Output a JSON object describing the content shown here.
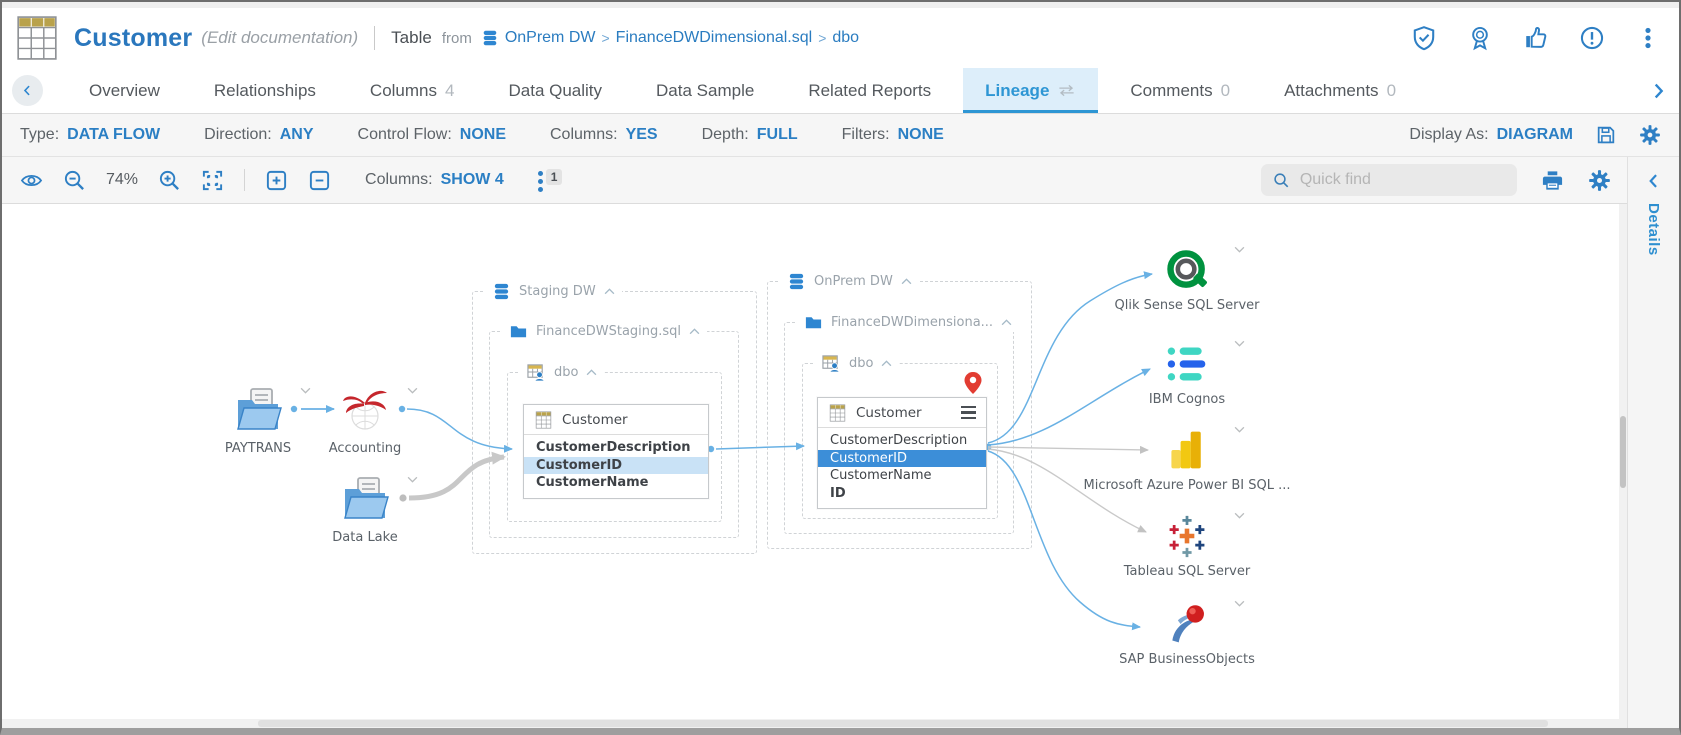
{
  "header": {
    "title": "Customer",
    "edit_hint": "(Edit documentation)",
    "object_type": "Table",
    "from_label": "from",
    "breadcrumb": {
      "sep": ">",
      "items": [
        "OnPrem DW",
        "FinanceDWDimensional.sql",
        "dbo"
      ]
    }
  },
  "tabs": {
    "items": [
      {
        "label": "Overview",
        "count": ""
      },
      {
        "label": "Relationships",
        "count": ""
      },
      {
        "label": "Columns",
        "count": "4"
      },
      {
        "label": "Data Quality",
        "count": ""
      },
      {
        "label": "Data Sample",
        "count": ""
      },
      {
        "label": "Related Reports",
        "count": ""
      },
      {
        "label": "Lineage",
        "count": ""
      },
      {
        "label": "Comments",
        "count": "0"
      },
      {
        "label": "Attachments",
        "count": "0"
      }
    ],
    "active": "Lineage"
  },
  "filters": {
    "items": [
      {
        "label": "Type:",
        "value": "DATA FLOW"
      },
      {
        "label": "Direction:",
        "value": "ANY"
      },
      {
        "label": "Control Flow:",
        "value": "NONE"
      },
      {
        "label": "Columns:",
        "value": "YES"
      },
      {
        "label": "Depth:",
        "value": "FULL"
      },
      {
        "label": "Filters:",
        "value": "NONE"
      }
    ],
    "display_as": {
      "label": "Display As:",
      "value": "DIAGRAM"
    }
  },
  "toolbar": {
    "zoom_level": "74%",
    "columns_label": "Columns:",
    "columns_value": "SHOW 4",
    "hidden_count": "1",
    "quickfind_placeholder": "Quick find"
  },
  "details_panel": {
    "title": "Details"
  },
  "diagram": {
    "sources": [
      {
        "name": "PAYTRANS"
      },
      {
        "name": "Accounting"
      },
      {
        "name": "Data Lake"
      }
    ],
    "staging": {
      "db": "Staging DW",
      "file": "FinanceDWStaging.sql",
      "schema": "dbo",
      "table": {
        "title": "Customer",
        "columns": [
          "CustomerDescription",
          "CustomerID",
          "CustomerName"
        ],
        "highlighted_column": "CustomerID"
      }
    },
    "onprem": {
      "db": "OnPrem DW",
      "file": "FinanceDWDimensiona...",
      "schema": "dbo",
      "table": {
        "title": "Customer",
        "columns": [
          "CustomerDescription",
          "CustomerID",
          "CustomerName",
          "ID"
        ],
        "selected_column": "CustomerID"
      }
    },
    "targets": [
      {
        "name": "Qlik Sense SQL Server"
      },
      {
        "name": "IBM Cognos"
      },
      {
        "name": "Microsoft Azure Power BI SQL ..."
      },
      {
        "name": "Tableau SQL Server"
      },
      {
        "name": "SAP BusinessObjects"
      }
    ]
  },
  "colors": {
    "accent": "#2e7fc4",
    "active_tab": "#2e96d4",
    "selected_row": "#3c8ed8",
    "highlighted_row": "#c9e2f6",
    "edge_blue": "#69b1e4",
    "edge_gray": "#c8c8c8"
  }
}
